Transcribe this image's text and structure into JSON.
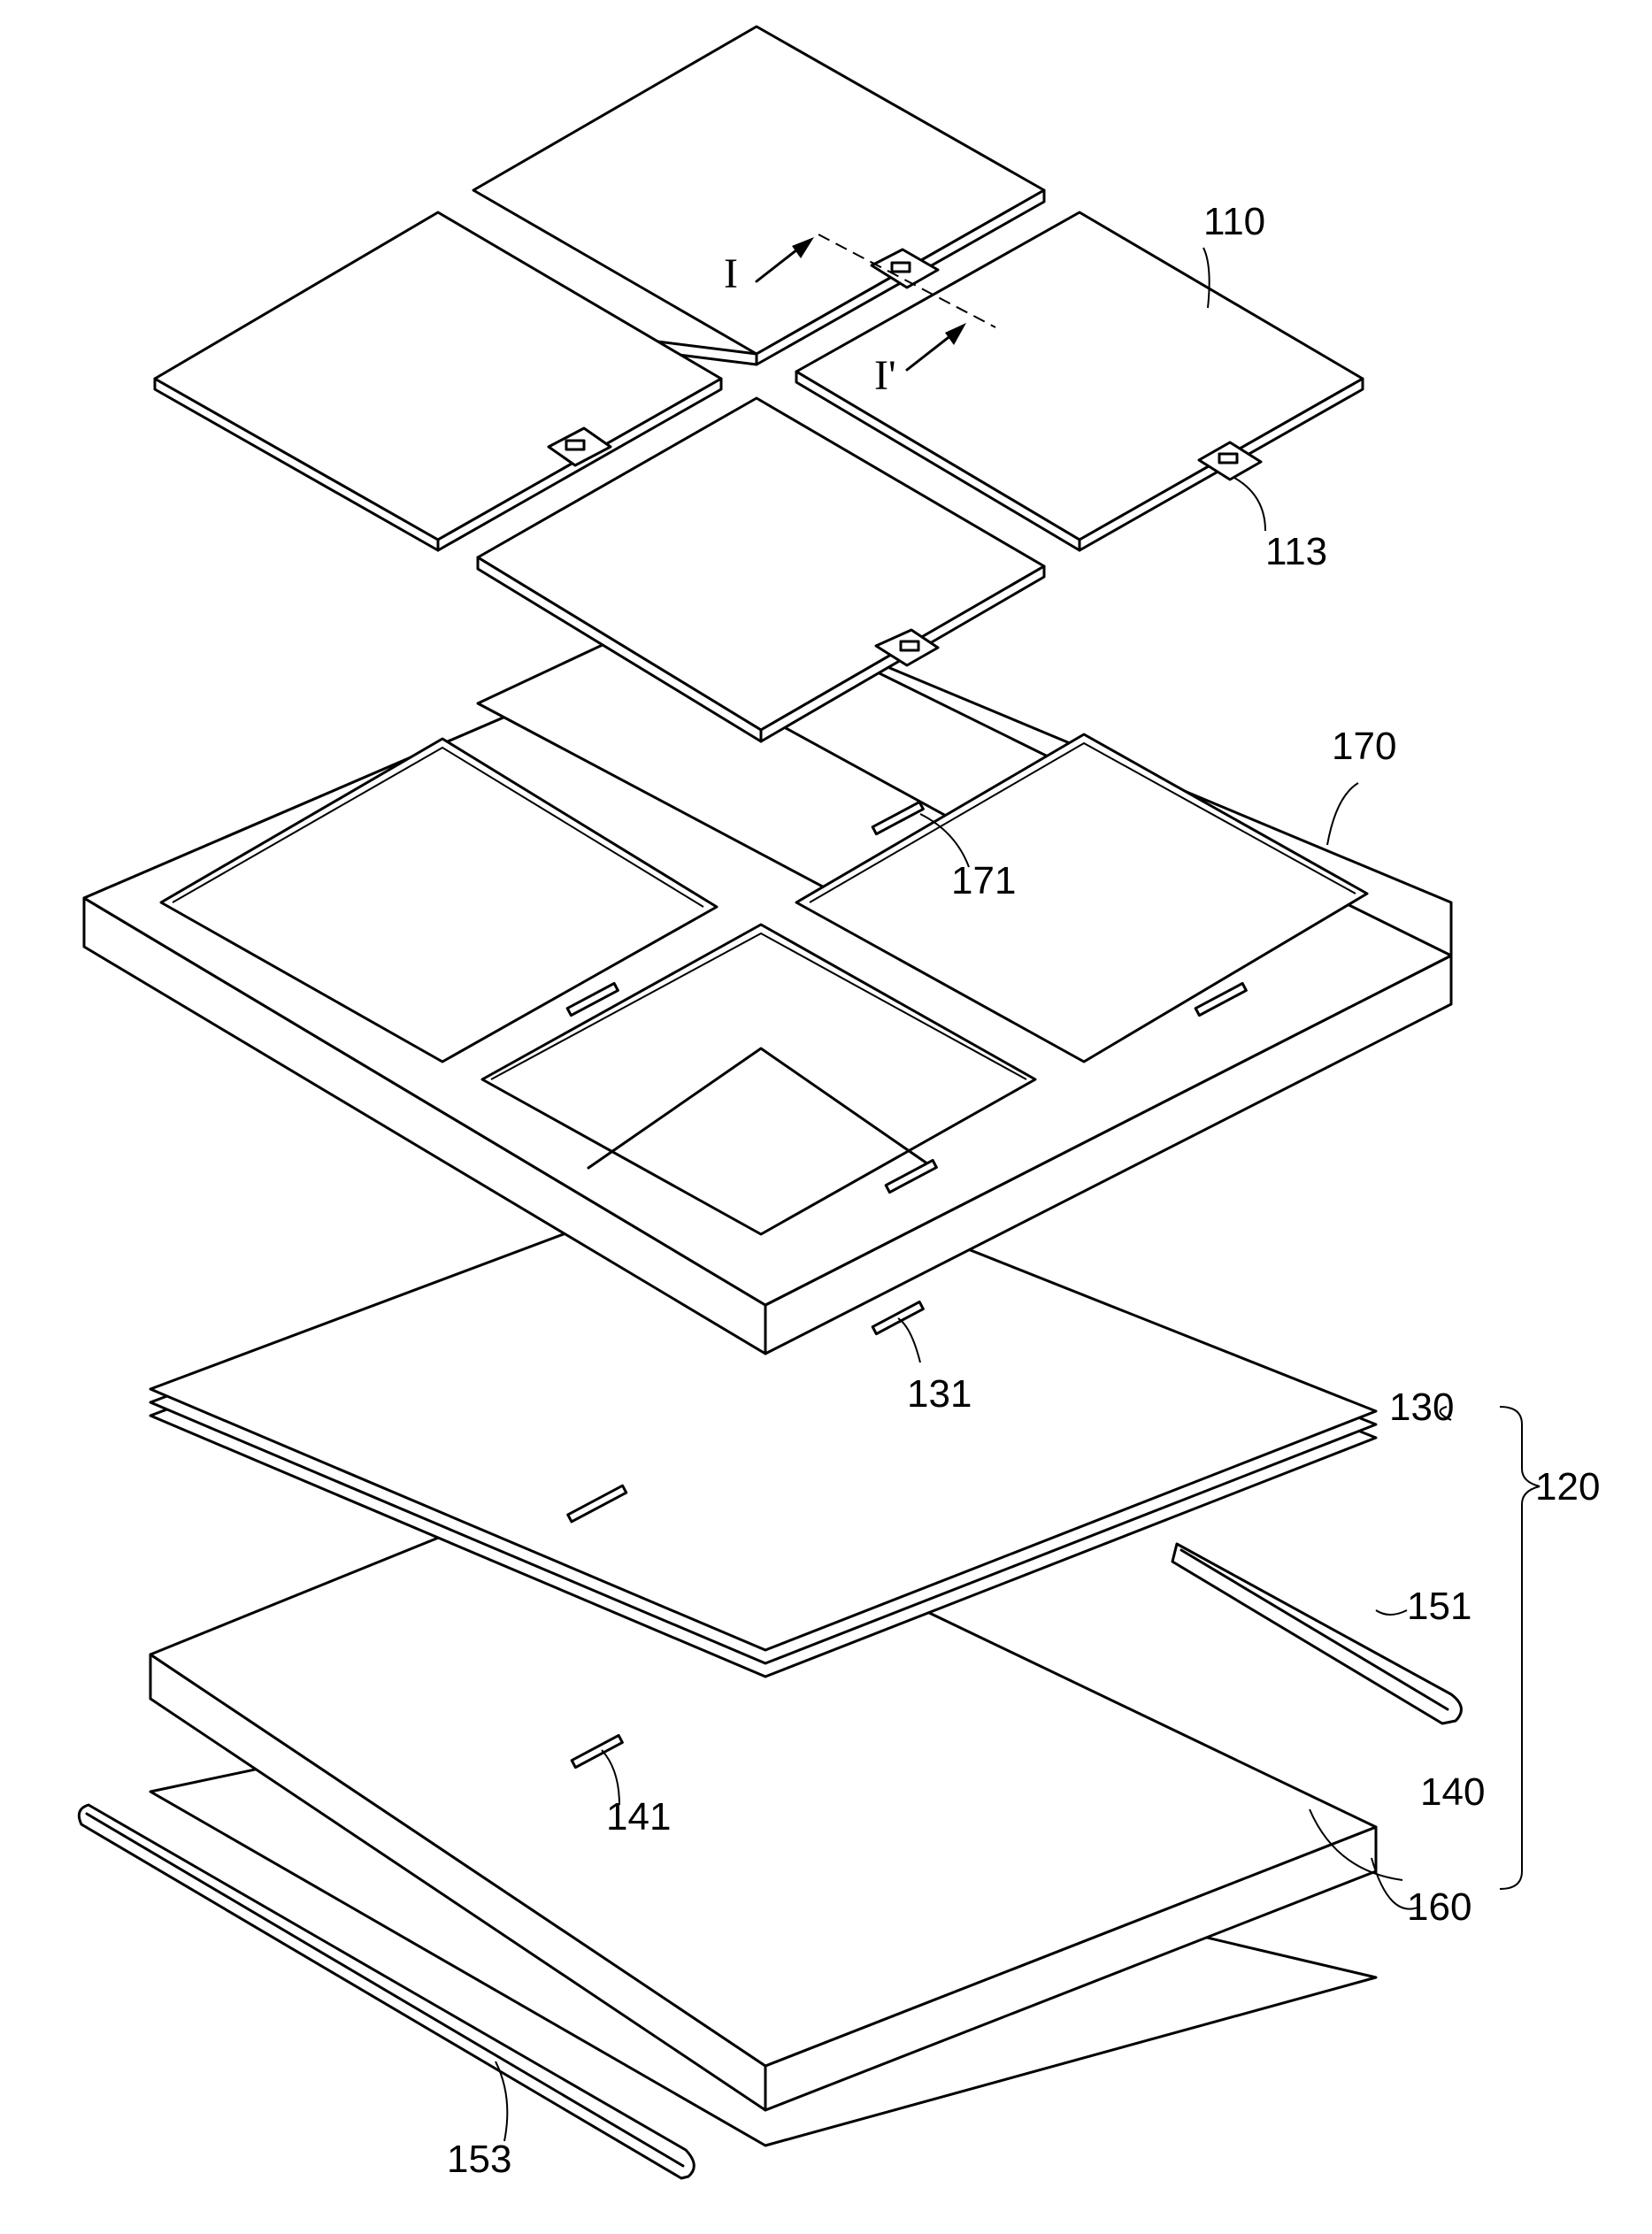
{
  "labels": {
    "tile": "110",
    "tile_pad": "113",
    "assembly": "120",
    "sheet": "130",
    "sheet_slot": "131",
    "plate": "140",
    "plate_slot": "141",
    "pipe_right": "151",
    "pipe_left": "153",
    "bottom_sheet": "160",
    "frame": "170",
    "frame_slot": "171"
  },
  "section": {
    "start": "I",
    "end": "I'"
  }
}
